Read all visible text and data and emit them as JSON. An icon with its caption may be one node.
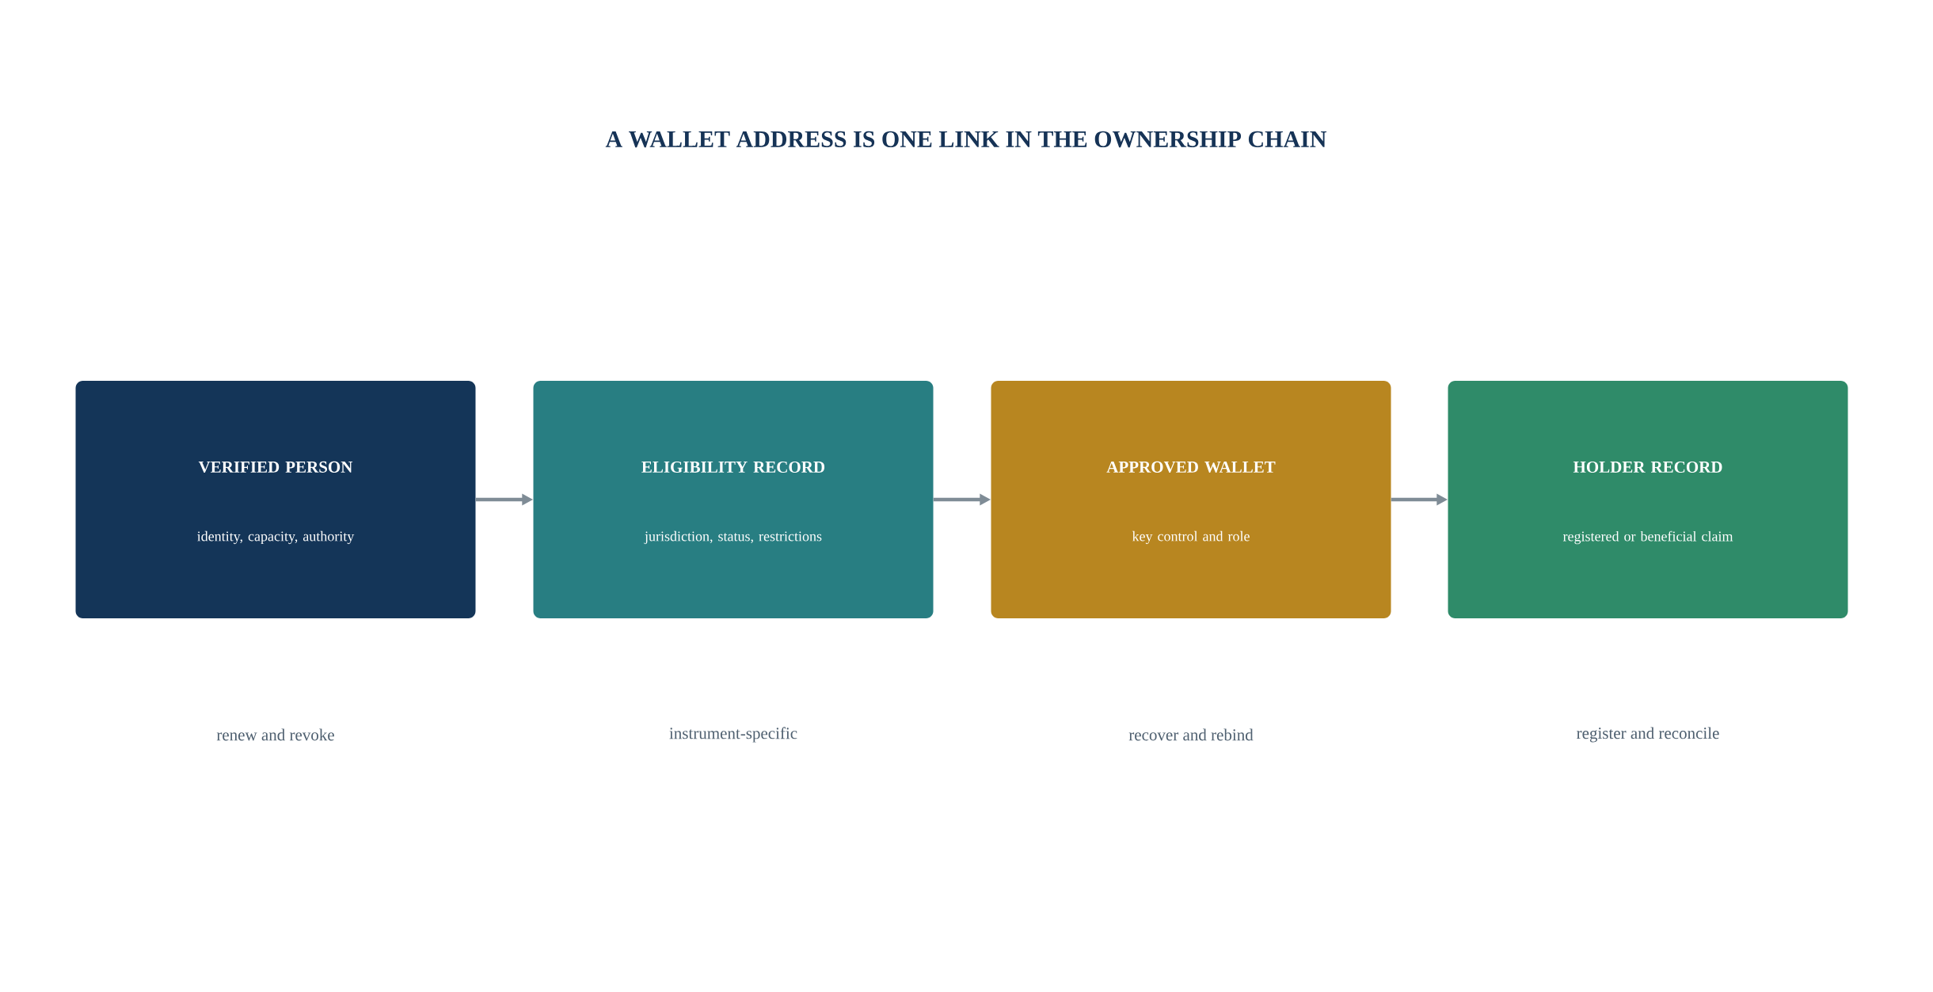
{
  "diagram": {
    "title": "A WALLET ADDRESS IS ONE LINK IN THE OWNERSHIP CHAIN",
    "nodes": [
      {
        "text": [
          "VERIFIED PERSON",
          "identity, capacity, authority"
        ]
      },
      {
        "text": [
          "ELIGIBILITY RECORD",
          "jurisdiction, status, restrictions"
        ]
      },
      {
        "text": [
          "APPROVED WALLET",
          "key control and role"
        ]
      },
      {
        "text": [
          "HOLDER RECORD",
          "registered or beneficial claim"
        ]
      }
    ],
    "edges": [
      {
        "from": 0,
        "to": 1,
        "arrow": "to"
      },
      {
        "from": 1,
        "to": 2,
        "arrow": "to"
      },
      {
        "from": 2,
        "to": 3,
        "arrow": "to"
      }
    ],
    "labels": [
      "renew and revoke",
      "instrument-specific",
      "recover and rebind",
      "register and reconcile"
    ]
  }
}
